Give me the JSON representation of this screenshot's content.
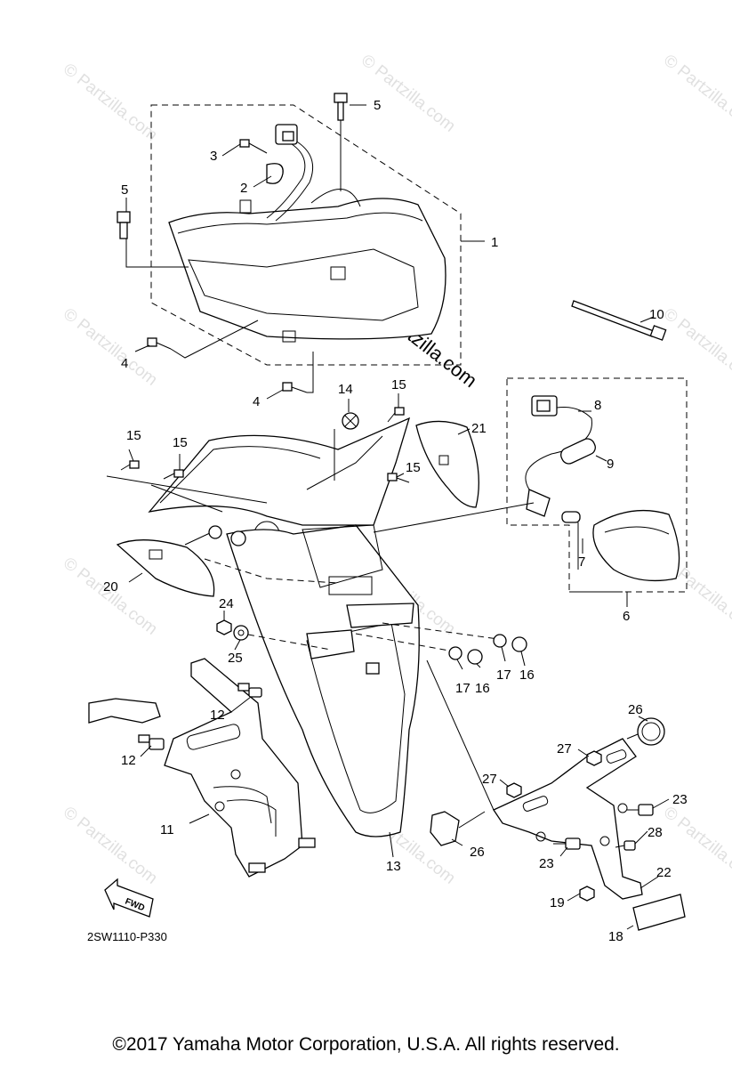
{
  "diagram_code": "2SW1110-P330",
  "copyright": "©2017  Yamaha Motor Corporation, U.S.A. All rights reserved.",
  "watermark_small": "© Partzilla.com",
  "watermark_large": "© Partzilla.com",
  "direction_label": "FWD",
  "callouts": {
    "c1": "1",
    "c2": "2",
    "c3": "3",
    "c4a": "4",
    "c4b": "4",
    "c5a": "5",
    "c5b": "5",
    "c6": "6",
    "c7": "7",
    "c8": "8",
    "c9": "9",
    "c10": "10",
    "c11": "11",
    "c12a": "12",
    "c12b": "12",
    "c13": "13",
    "c14": "14",
    "c15a": "15",
    "c15b": "15",
    "c15c": "15",
    "c15d": "15",
    "c16a": "16",
    "c16b": "16",
    "c17a": "17",
    "c17b": "17",
    "c18": "18",
    "c19": "19",
    "c20": "20",
    "c21": "21",
    "c22": "22",
    "c23a": "23",
    "c23b": "23",
    "c24": "24",
    "c25": "25",
    "c26a": "26",
    "c26b": "26",
    "c27a": "27",
    "c27b": "27",
    "c28": "28"
  }
}
